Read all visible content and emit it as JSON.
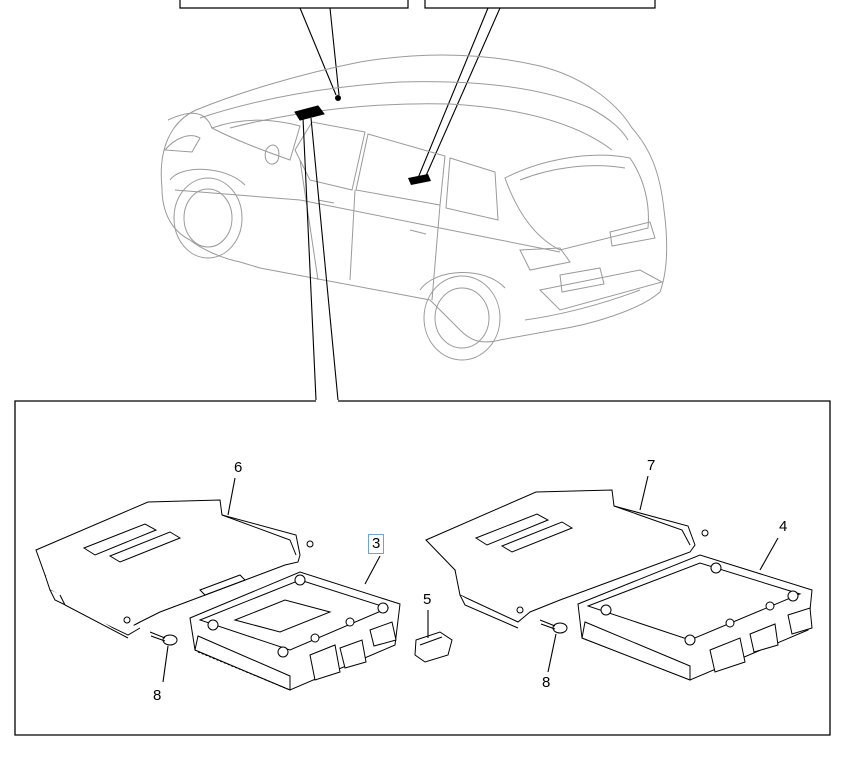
{
  "diagram": {
    "callouts": [
      {
        "id": "part-6",
        "label": "6",
        "boxed": false
      },
      {
        "id": "part-7",
        "label": "7",
        "boxed": false
      },
      {
        "id": "part-4",
        "label": "4",
        "boxed": false
      },
      {
        "id": "part-3",
        "label": "3",
        "boxed": true
      },
      {
        "id": "part-5",
        "label": "5",
        "boxed": false
      },
      {
        "id": "part-8-left",
        "label": "8",
        "boxed": false
      },
      {
        "id": "part-8-right",
        "label": "8",
        "boxed": false
      }
    ],
    "colors": {
      "line": "#000000",
      "car_line": "#9a9a9a",
      "highlight_box": "#6fa3d6"
    }
  }
}
